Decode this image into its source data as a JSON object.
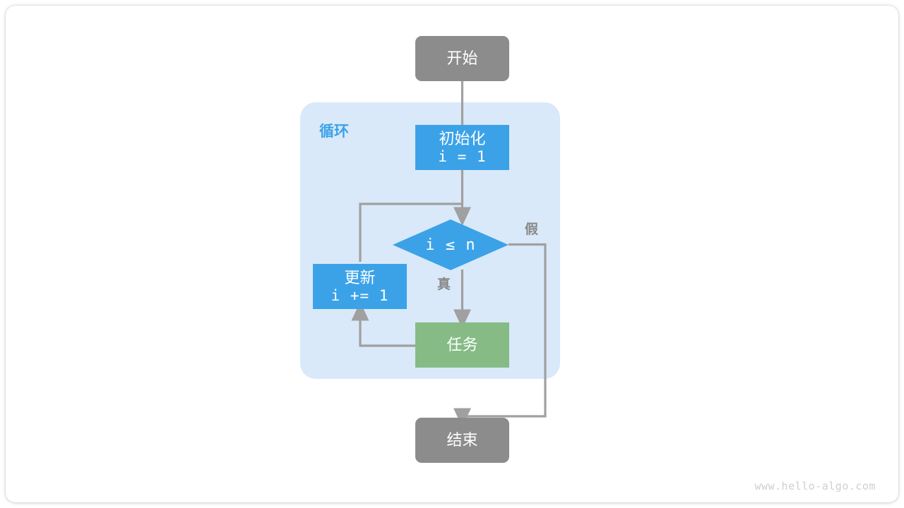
{
  "diagram": {
    "title": "for-loop-flowchart",
    "watermark": "www.hello-algo.com",
    "colors": {
      "terminal": "#8c8c8c",
      "process_blue": "#3ba2e8",
      "decision_blue": "#3ba2e8",
      "task_green": "#86bb86",
      "loop_bg": "#d9e9f9",
      "loop_label": "#3ba2e8",
      "edge": "#a0a0a0",
      "edge_label": "#888888",
      "watermark": "#cfcfcf",
      "page_bg": "#ffffff"
    },
    "nodes": {
      "start": {
        "label": "开始",
        "shape": "terminal"
      },
      "init": {
        "label_cn": "初始化",
        "label_code": "i = 1",
        "shape": "process"
      },
      "condition": {
        "label_code": "i ≤ n",
        "shape": "decision"
      },
      "update": {
        "label_cn": "更新",
        "label_code": "i += 1",
        "shape": "process"
      },
      "task": {
        "label": "任务",
        "shape": "process"
      },
      "end": {
        "label": "结束",
        "shape": "terminal"
      }
    },
    "container": {
      "label": "循环"
    },
    "edge_labels": {
      "true": "真",
      "false": "假"
    }
  }
}
